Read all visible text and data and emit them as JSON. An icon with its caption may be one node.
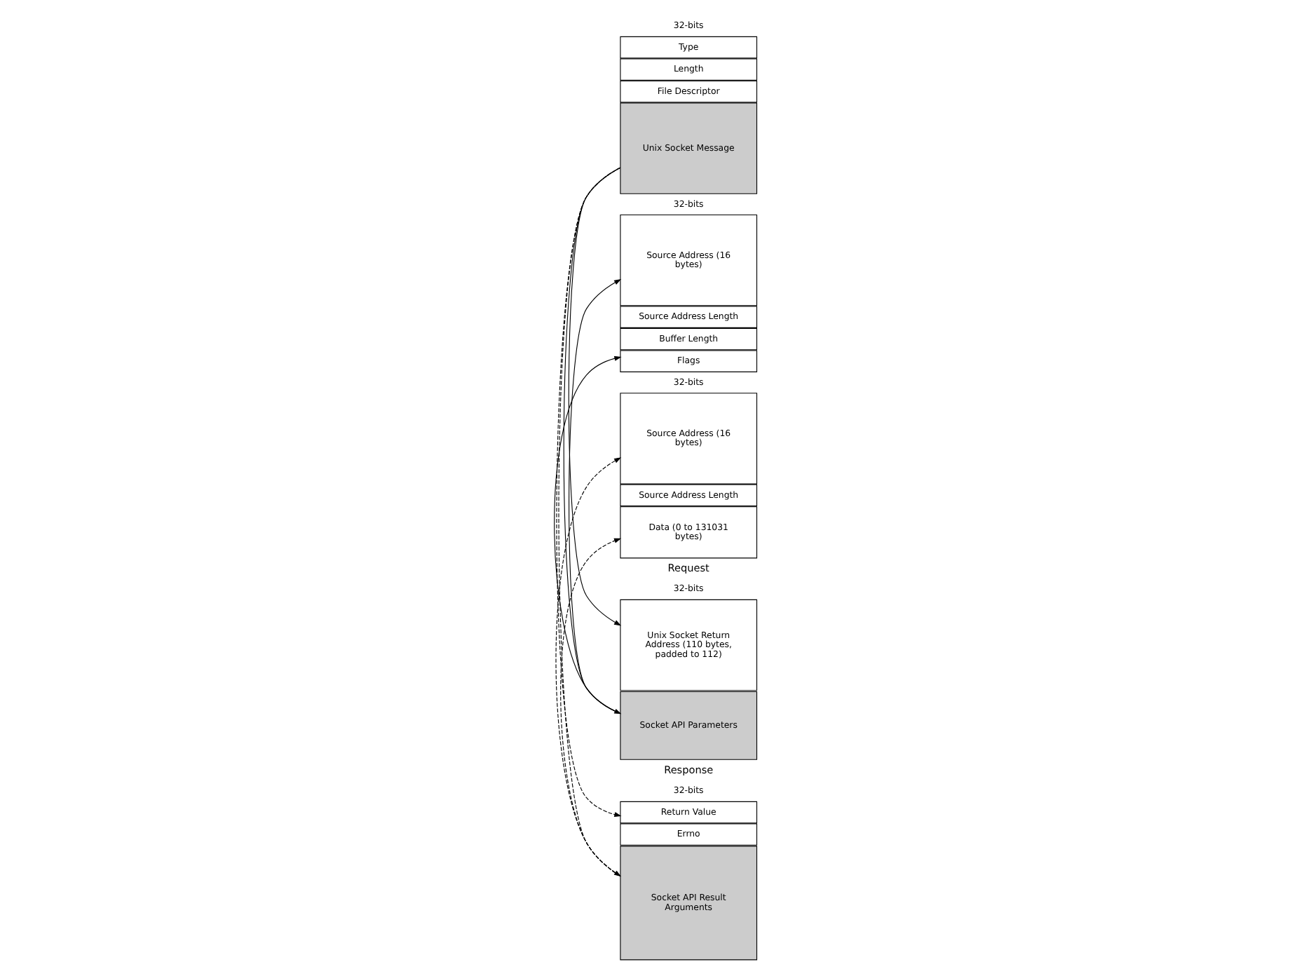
{
  "diagram": {
    "nodes": [
      {
        "text": [
          "Type"
        ]
      },
      {
        "text": [
          "Length"
        ]
      },
      {
        "text": [
          "File Descriptor"
        ]
      },
      {
        "text": [
          "Unix Socket Message"
        ]
      },
      {
        "text": [
          "Unix Socket Return Address (110 bytes, padded to 112)"
        ]
      },
      {
        "text": [
          "Socket API Parameters"
        ]
      },
      {
        "text": [
          "Source Address (16 bytes)"
        ]
      },
      {
        "text": [
          "Source Address Length"
        ]
      },
      {
        "text": [
          "Buffer Length"
        ]
      },
      {
        "text": [
          "Flags"
        ]
      },
      {
        "text": [
          "Return Value"
        ]
      },
      {
        "text": [
          "Errno"
        ]
      },
      {
        "text": [
          "Socket API Result Arguments"
        ]
      },
      {
        "text": [
          "Source Address (16 bytes)"
        ]
      },
      {
        "text": [
          "Source Address Length"
        ]
      },
      {
        "text": [
          "Data (0 to 131031 bytes)"
        ]
      }
    ],
    "edges": [
      {
        "from": 3,
        "to": 4,
        "arrow": "to"
      },
      {
        "from": 3,
        "to": 5,
        "arrow": "to"
      },
      {
        "from": 3,
        "to": 10,
        "arrow": "to",
        "style": "dashed"
      },
      {
        "from": 3,
        "to": 12,
        "arrow": "to",
        "style": "dashed"
      },
      {
        "from": 5,
        "to": 6,
        "arrow": "to"
      },
      {
        "from": 5,
        "to": 9,
        "arrow": "to"
      },
      {
        "from": 12,
        "to": 13,
        "arrow": "to",
        "style": "dashed"
      },
      {
        "from": 12,
        "to": 15,
        "arrow": "to",
        "style": "dashed"
      }
    ],
    "labels": [
      "Request",
      "32-bits",
      "32-bits",
      "32-bits",
      "Response",
      "32-bits",
      "32-bits"
    ]
  }
}
